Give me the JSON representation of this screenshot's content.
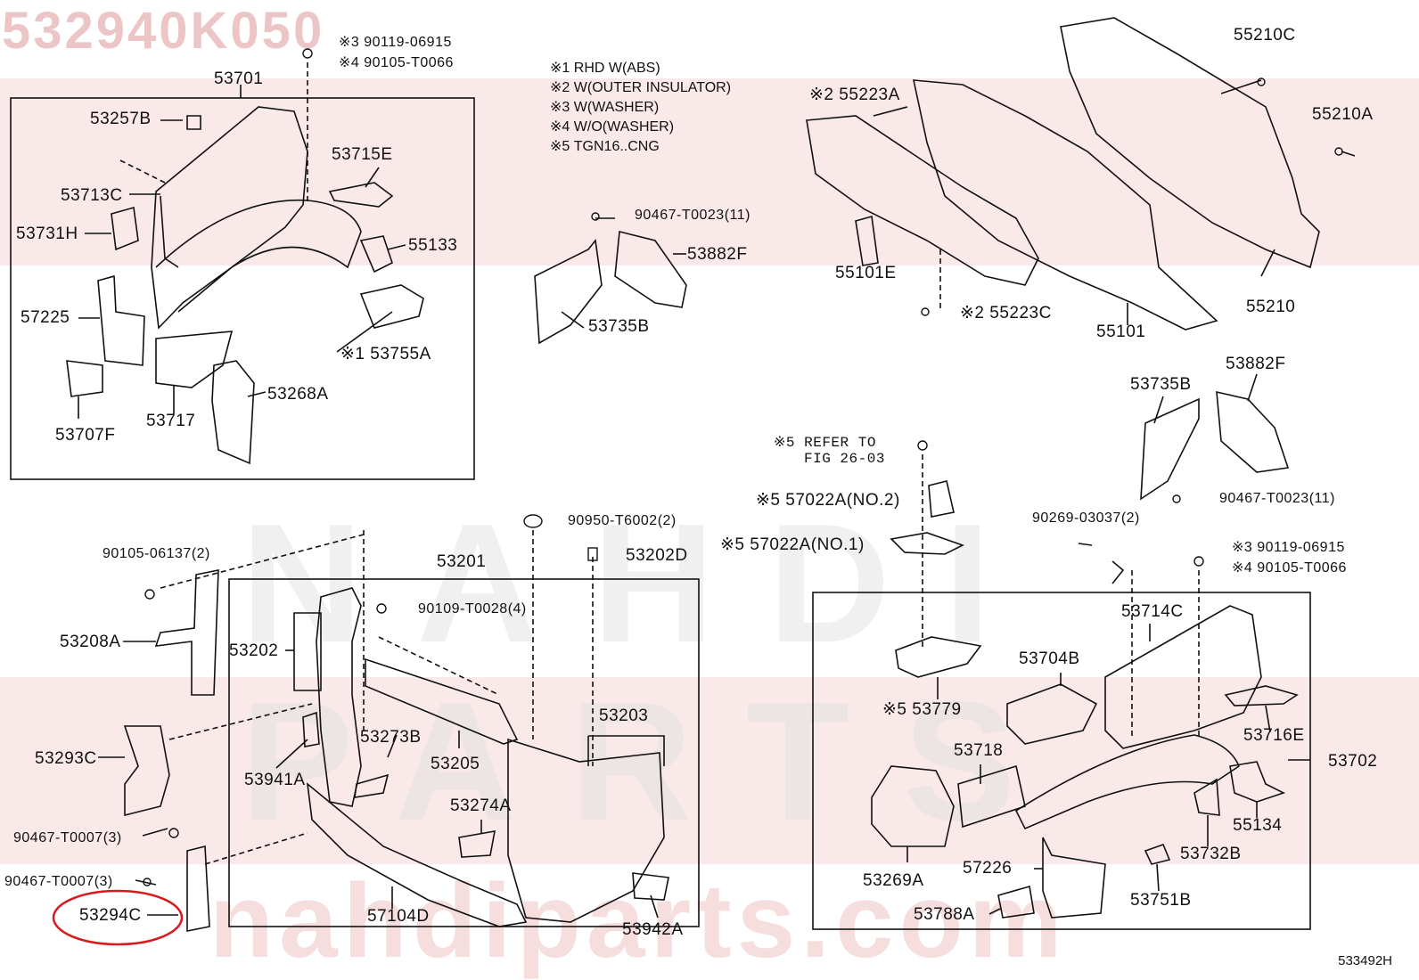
{
  "watermark": {
    "part_code": "532940K050",
    "url": "nahdiparts.com"
  },
  "legend": [
    {
      "mark": "※1",
      "text": "RHD W(ABS)"
    },
    {
      "mark": "※2",
      "text": "W(OUTER INSULATOR)"
    },
    {
      "mark": "※3",
      "text": "W(WASHER)"
    },
    {
      "mark": "※4",
      "text": "W/O(WASHER)"
    },
    {
      "mark": "※5",
      "text": "TGN16..CNG"
    }
  ],
  "figure_id": "533492H",
  "labels": {
    "l53701": "53701",
    "l53257B": "53257B",
    "l53713C": "53713C",
    "l53715E": "53715E",
    "l53731H": "53731H",
    "l55133": "55133",
    "l57225": "57225",
    "l53755A": "※1 53755A",
    "l53268A": "53268A",
    "l53717": "53717",
    "l53707F": "53707F",
    "l90119a": "※3 90119-06915",
    "l90105a": "※4 90105-T0066",
    "l90467a": "90467-T0023(11)",
    "l53882F": "53882F",
    "l53735B": "53735B",
    "l55223A": "※2 55223A",
    "l55101E": "55101E",
    "l55223C": "※2 55223C",
    "l55101": "55101",
    "l55210C": "55210C",
    "l55210A": "55210A",
    "l55210": "55210",
    "l53735B2": "53735B",
    "l53882F2": "53882F",
    "l90467b": "90467-T0023(11)",
    "lrefer1": "※5 REFER TO",
    "lrefer2": "FIG 26-03",
    "l57022A2": "※5 57022A(NO.2)",
    "l57022A1": "※5 57022A(NO.1)",
    "l90269": "90269-03037(2)",
    "l90119b": "※3 90119-06915",
    "l90105b": "※4 90105-T0066",
    "l90950": "90950-T6002(2)",
    "l53202D": "53202D",
    "l53201": "53201",
    "l90105c": "90105-06137(2)",
    "l90109": "90109-T0028(4)",
    "l53208A": "53208A",
    "l53202": "53202",
    "l53273B": "53273B",
    "l53205": "53205",
    "l53203": "53203",
    "l53941A": "53941A",
    "l53293C": "53293C",
    "l53274A": "53274A",
    "l90467c": "90467-T0007(3)",
    "l90467d": "90467-T0007(3)",
    "l53294C": "53294C",
    "l57104D": "57104D",
    "l53942A": "53942A",
    "l53714C": "53714C",
    "l53704B": "53704B",
    "l53779": "※5 53779",
    "l53716E": "53716E",
    "l53702": "53702",
    "l53718": "53718",
    "l55134": "55134",
    "l53269A": "53269A",
    "l57226": "57226",
    "l53732B": "53732B",
    "l53751B": "53751B",
    "l53788A": "53788A"
  }
}
